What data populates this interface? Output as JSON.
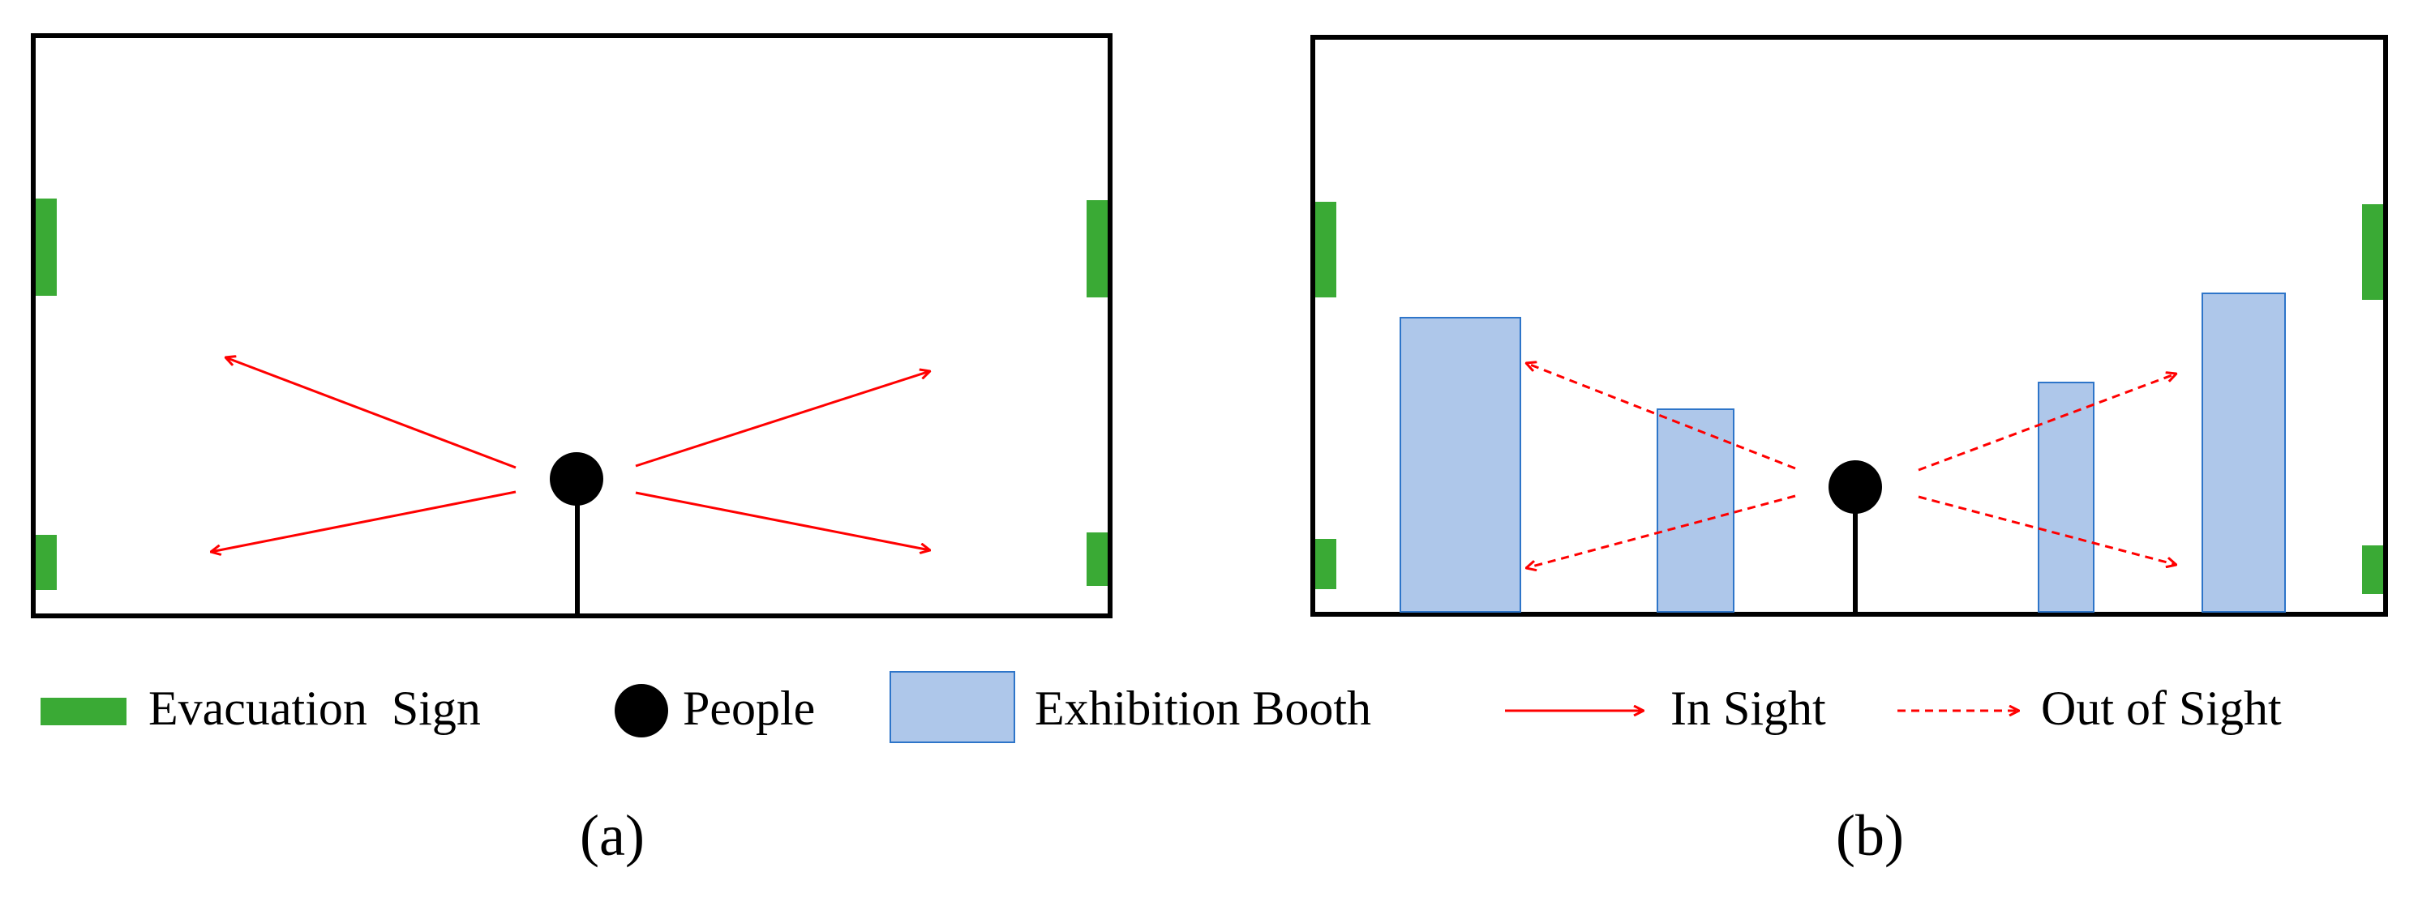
{
  "legend": {
    "evacuation_sign": "Evacuation  Sign",
    "people": "People",
    "exhibition_booth": "Exhibition Booth",
    "in_sight": "In Sight",
    "out_of_sight": "Out of Sight"
  },
  "captions": {
    "a": "(a)",
    "b": "(b)"
  },
  "colors": {
    "sign_green": "#3aaa35",
    "booth_fill": "#aec7ea",
    "booth_stroke": "#2e75c9",
    "arrow_red": "#ff0000",
    "frame": "#000000"
  }
}
